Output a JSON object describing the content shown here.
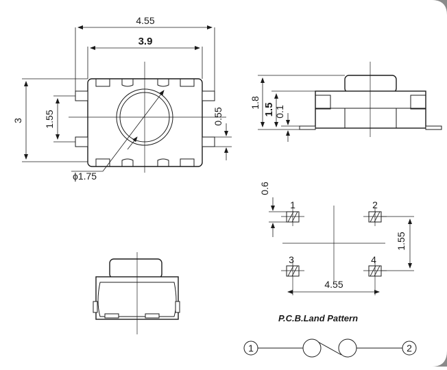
{
  "top_view": {
    "dim_overall_width": "4.55",
    "dim_body_width": "3.9",
    "dim_height": "3",
    "dim_terminal_pitch": "1.55",
    "dim_terminal_width": "0.55",
    "dim_actuator_dia": "ϕ1.75"
  },
  "side_view": {
    "dim_total_height": "1.8",
    "dim_body_height": "1.5",
    "dim_terminal_thickness": "0.1"
  },
  "land_pattern": {
    "title": "P.C.B.Land Pattern",
    "dim_pad": "0.6",
    "dim_row_pitch": "1.55",
    "dim_column_pitch": "4.55",
    "pads": [
      "1",
      "2",
      "3",
      "4"
    ]
  },
  "schematic": {
    "pin_left": "1",
    "pin_right": "2"
  }
}
